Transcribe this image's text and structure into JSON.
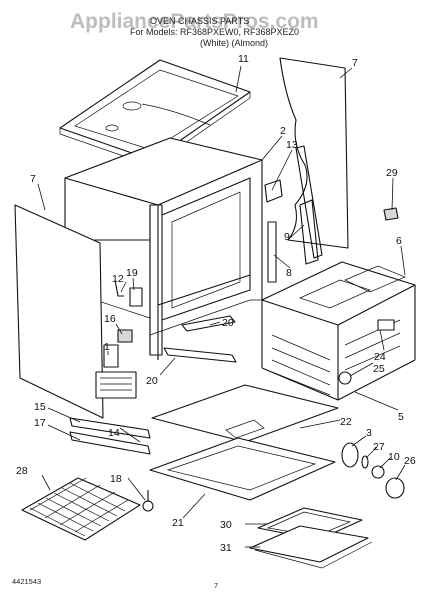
{
  "watermark": "AppliancePartsPros.com",
  "header": {
    "line1": "OVEN CHASSIS PARTS",
    "line2": "For Models: RF368PXEW0, RF368PXEZ0",
    "line3": "(White)     (Almond)"
  },
  "footer": {
    "code": "4421543",
    "page": "7"
  },
  "labels": {
    "p1": "1",
    "p2": "2",
    "p3": "3",
    "p5": "5",
    "p6": "6",
    "p7a": "7",
    "p7b": "7",
    "p8": "8",
    "p9": "9",
    "p10": "10",
    "p11": "11",
    "p12": "12",
    "p13": "13",
    "p14": "14",
    "p15": "15",
    "p16": "16",
    "p17": "17",
    "p18": "18",
    "p19": "19",
    "p20a": "20",
    "p20b": "20",
    "p21": "21",
    "p22": "22",
    "p24": "24",
    "p25": "25",
    "p26": "26",
    "p27": "27",
    "p28": "28",
    "p29": "29",
    "p30": "30",
    "p31": "31"
  }
}
